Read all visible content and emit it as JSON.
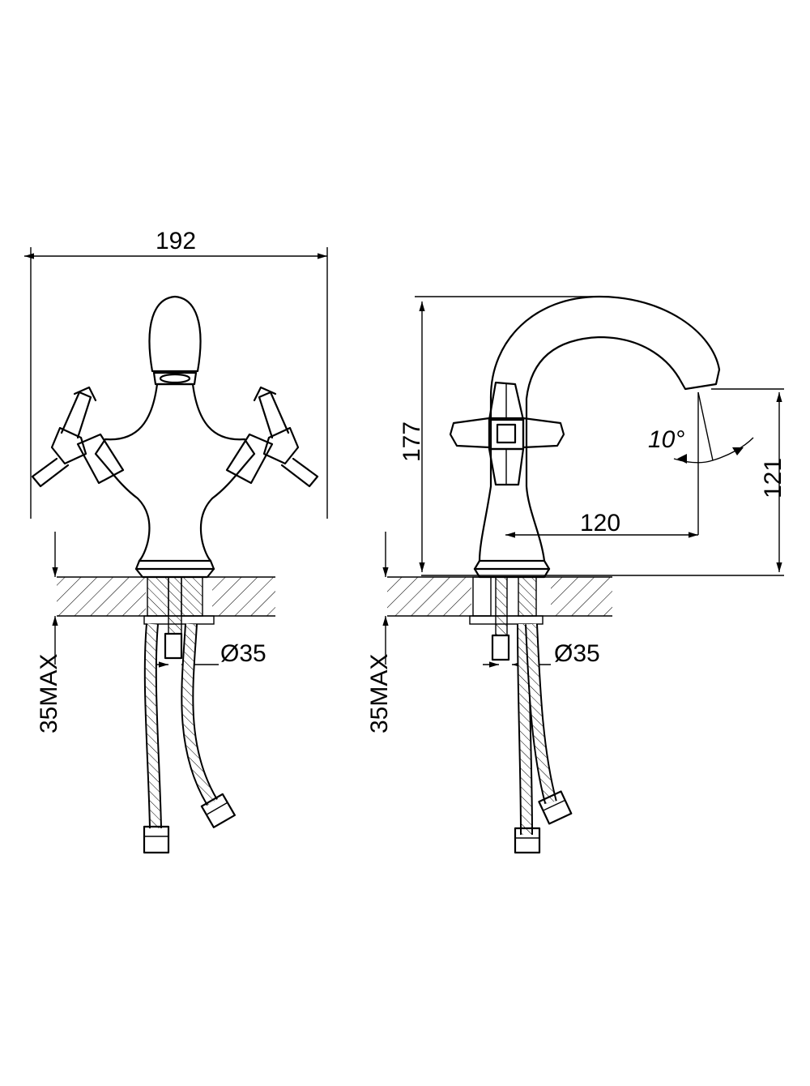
{
  "dimensions": {
    "front_width": "192",
    "front_depth_max": "35MAX",
    "front_hole_dia": "Ø35",
    "side_height": "177",
    "side_reach": "120",
    "side_spout_height": "121",
    "side_angle": "10°",
    "side_depth_max": "35MAX",
    "side_hole_dia": "Ø35"
  },
  "colors": {
    "line": "#000000",
    "background": "#ffffff"
  }
}
